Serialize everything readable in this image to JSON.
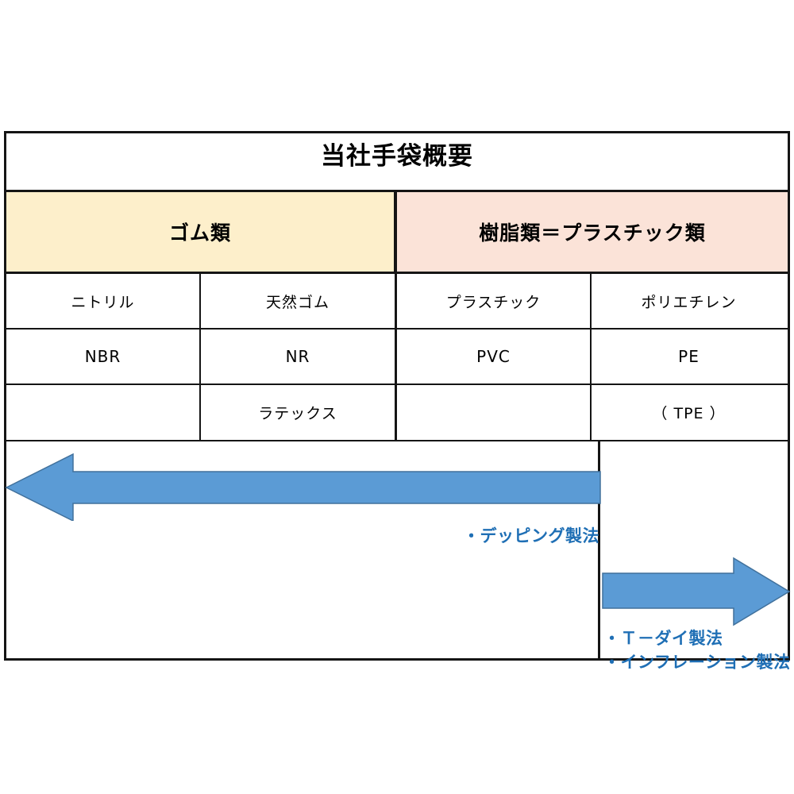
{
  "figure": {
    "title": "当社手袋概要",
    "categories": [
      {
        "label": "ゴム類",
        "color": "#FDEFCB"
      },
      {
        "label": "樹脂類＝プラスチック類",
        "color": "#FBE3D8"
      }
    ],
    "columns": [
      {
        "name_jp": "ニトリル",
        "abbr": "NBR",
        "extra": ""
      },
      {
        "name_jp": "天然ゴム",
        "abbr": "NR",
        "extra": "ラテックス"
      },
      {
        "name_jp": "プラスチック",
        "abbr": "PVC",
        "extra": ""
      },
      {
        "name_jp": "ポリエチレン",
        "abbr": "PE",
        "extra": "（ TPE ）"
      }
    ],
    "rows": {
      "material_row": [
        "ニトリル",
        "天然ゴム",
        "プラスチック",
        "ポリエチレン"
      ],
      "abbr_row": [
        "NBR",
        "NR",
        "PVC",
        "PE"
      ],
      "extra_row": [
        "",
        "ラテックス",
        "",
        "（ TPE ）"
      ]
    },
    "arrows": [
      {
        "name": "dipping-arrow",
        "direction": "left",
        "color": "#5B9BD5",
        "stroke": "#41719C",
        "label": "・デッピング製法"
      },
      {
        "name": "extrusion-arrow",
        "direction": "right",
        "color": "#5B9BD5",
        "stroke": "#41719C",
        "labels": [
          "・Ｔ－ダイ製法",
          "・インフレーション製法"
        ]
      }
    ],
    "annotations": {
      "dipping": "・デッピング製法",
      "t_die": "・Ｔ－ダイ製法",
      "inflation": "・インフレーション製法"
    },
    "colors": {
      "rubber_fill": "#FDEFCB",
      "resin_fill": "#FBE3D8",
      "arrow_fill": "#5B9BD5",
      "arrow_stroke": "#41719C",
      "annotation_text": "#1F6FB5",
      "border": "#151515",
      "background": "#FFFFFF"
    }
  }
}
